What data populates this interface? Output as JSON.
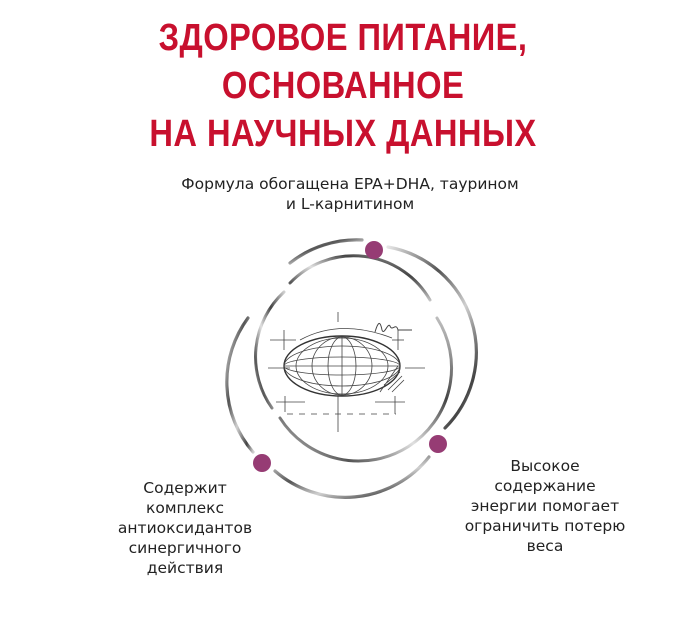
{
  "title": {
    "line1": "ЗДОРОВОЕ ПИТАНИЕ, ОСНОВАННОЕ",
    "line2": "НА НАУЧНЫХ ДАННЫХ",
    "color": "#c8102e"
  },
  "features": [
    {
      "lines": [
        "Формула обогащена EPA+DHA, таурином",
        "и L-карнитином"
      ]
    },
    {
      "lines": [
        "Содержит",
        "комплекс",
        "антиоксидантов",
        "синергичного",
        "действия"
      ]
    },
    {
      "lines": [
        "Высокое",
        "содержание",
        "энергии помогает",
        "ограничить потерю",
        "веса"
      ]
    }
  ],
  "graphic": {
    "icon": "kibble-sketch-icon",
    "dot_color": "#963c74",
    "ring_color": "#777777"
  }
}
